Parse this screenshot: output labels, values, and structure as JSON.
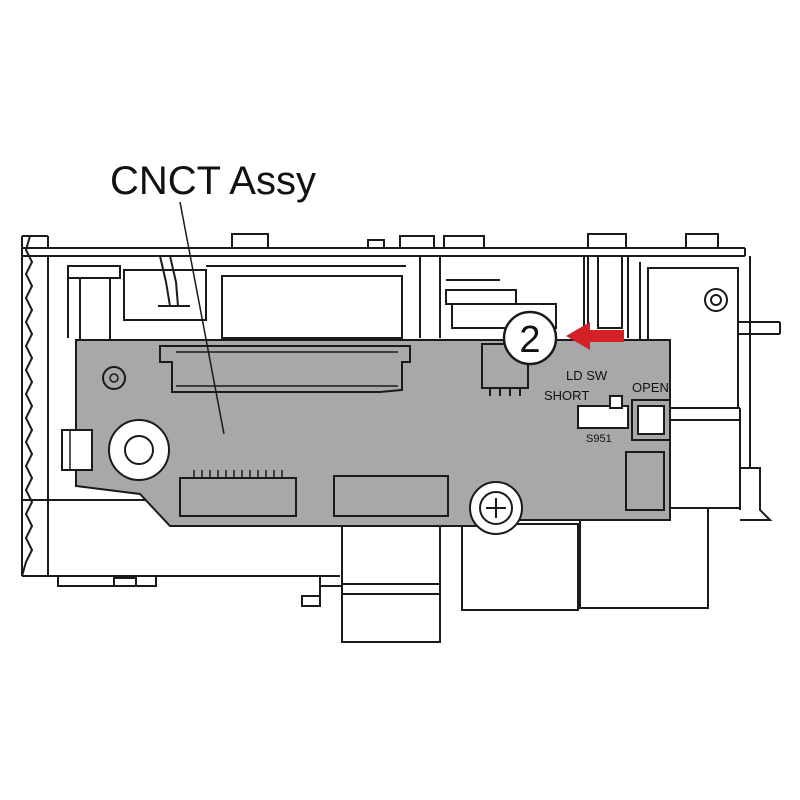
{
  "diagram": {
    "callout_label": "CNCT Assy",
    "step_marker": "2",
    "switch": {
      "name": "LD SW",
      "position_short": "SHORT",
      "position_open": "OPEN",
      "part_ref": "S951"
    },
    "colors": {
      "board_fill": "#a8a8a8",
      "arrow": "#d62027",
      "line": "#1a1a1a"
    }
  }
}
